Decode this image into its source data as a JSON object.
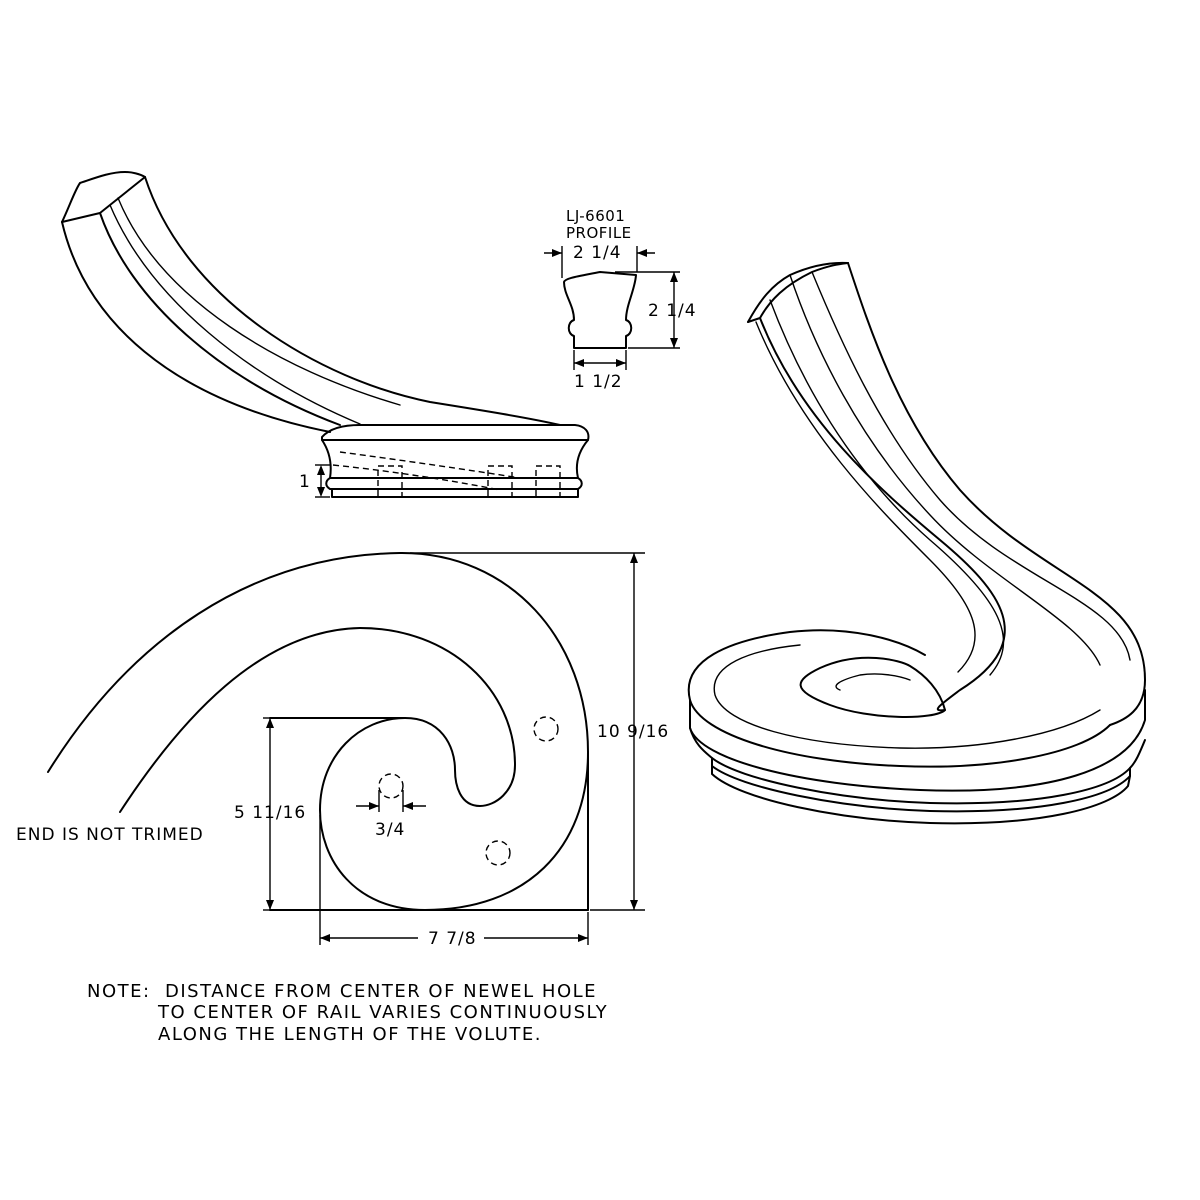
{
  "profile": {
    "code": "LJ-6601",
    "title": "PROFILE",
    "top_width": "2 1/4",
    "height": "2 1/4",
    "bottom_width": "1 1/2"
  },
  "side_view": {
    "base_height": "1"
  },
  "plan_view": {
    "overall_height": "10 9/16",
    "inner_height": "5 11/16",
    "width": "7 7/8",
    "hole_diameter": "3/4",
    "end_note": "END IS NOT TRIMED"
  },
  "note": {
    "line1": "NOTE:  DISTANCE FROM CENTER OF NEWEL HOLE",
    "line2": "TO CENTER OF RAIL VARIES CONTINUOUSLY",
    "line3": "ALONG THE LENGTH OF THE VOLUTE."
  }
}
